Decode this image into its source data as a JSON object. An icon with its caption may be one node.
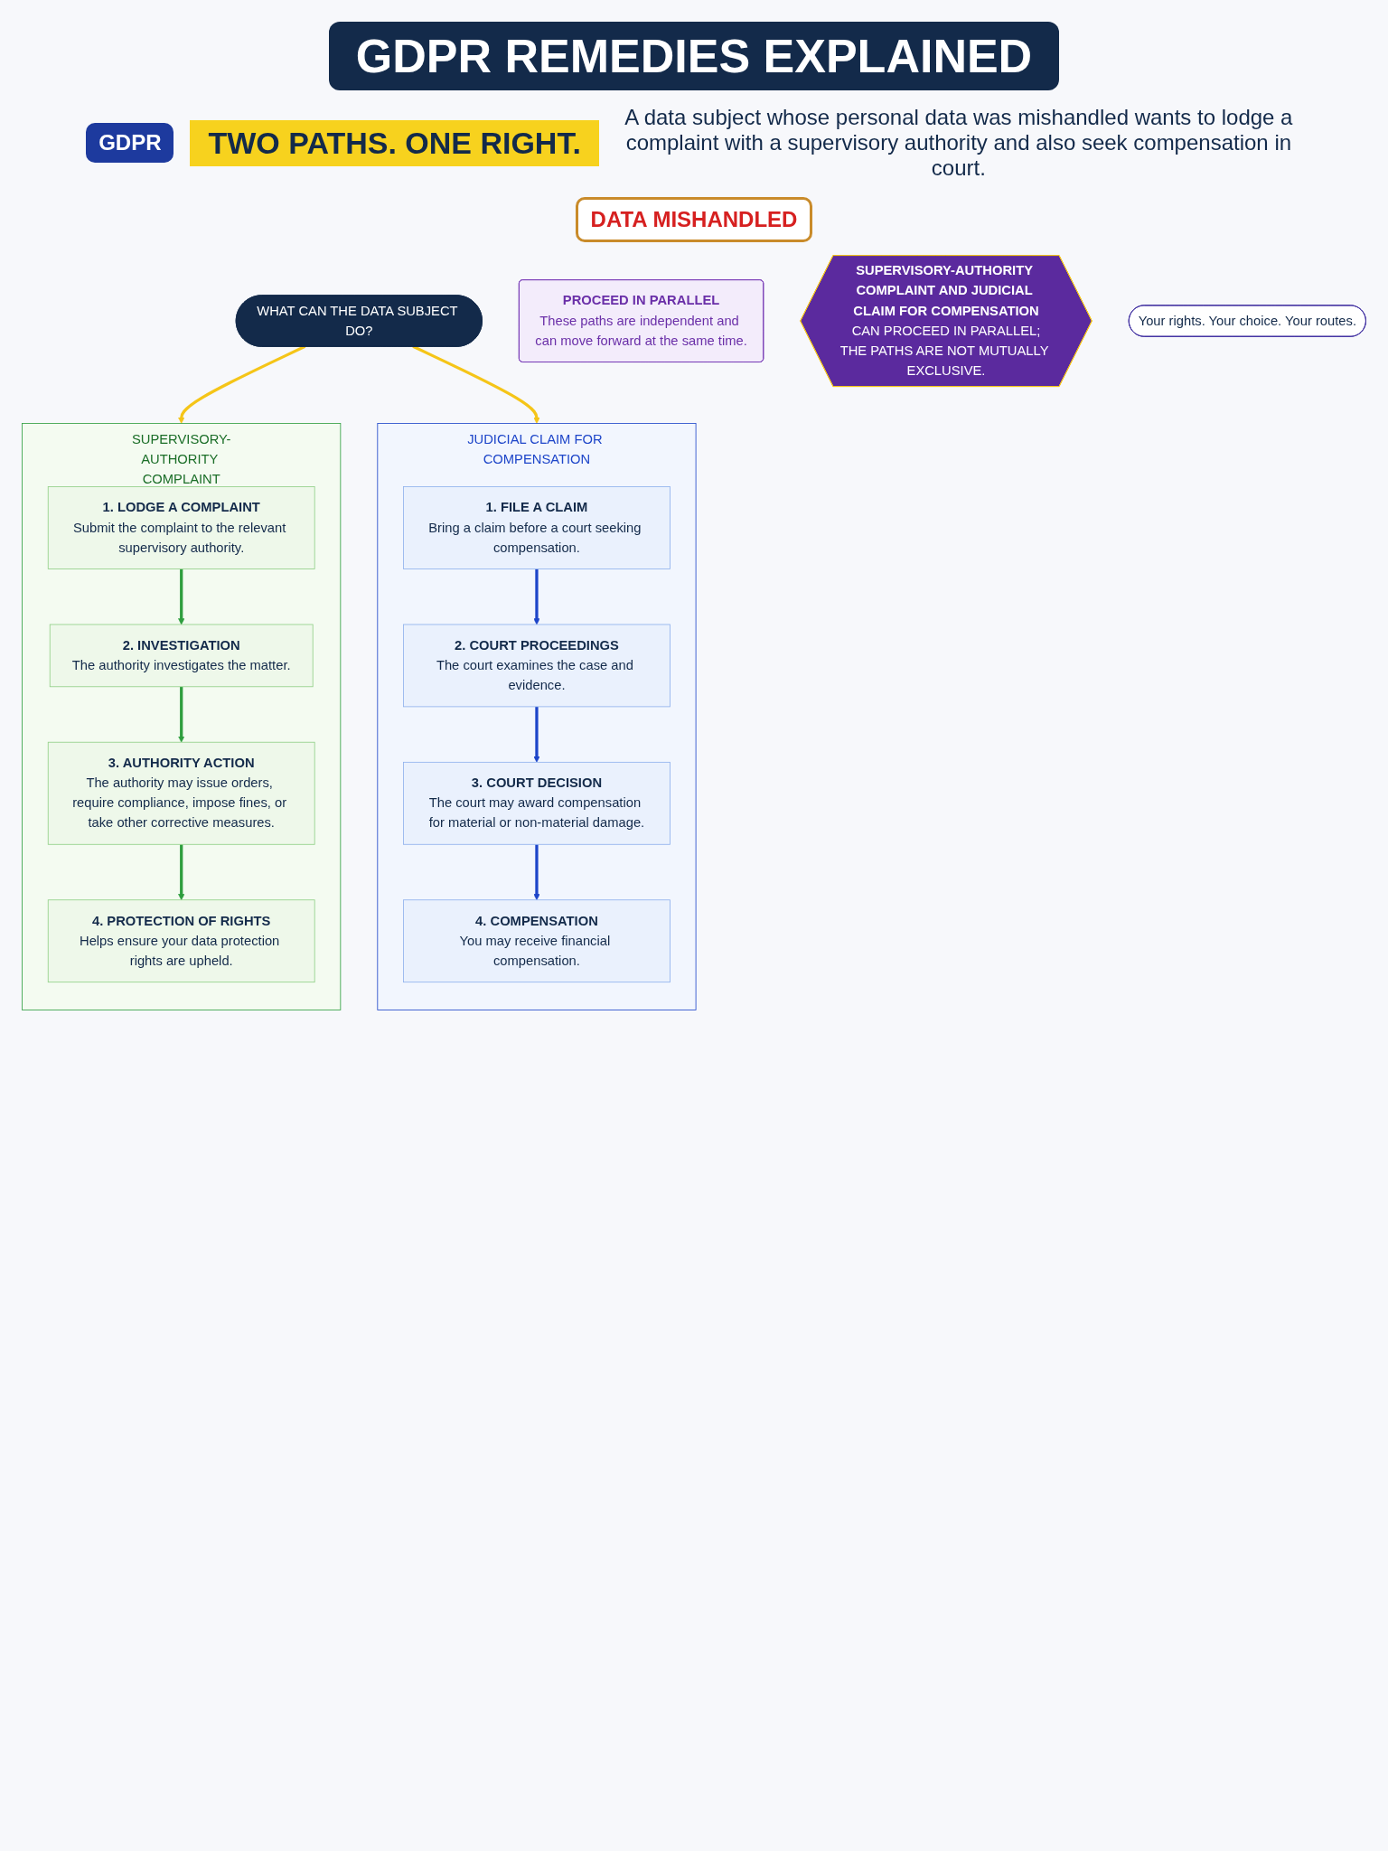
{
  "diagram": {
    "title": "GDPR REMEDIES EXPLAINED",
    "nodes": [
      {
        "text": [
          "WHAT CAN THE DATA SUBJECT DO?"
        ]
      },
      {
        "text": [
          "SUPERVISORY-AUTHORITY COMPLAINT"
        ]
      },
      {
        "text": [
          "1. LODGE A COMPLAINT",
          "Submit the complaint to the relevant supervisory authority."
        ],
        "in": 1
      },
      {
        "text": [
          "2. INVESTIGATION",
          "The authority investigates the matter."
        ],
        "in": 1
      },
      {
        "text": [
          "3. AUTHORITY ACTION",
          "The authority may issue orders, require compliance, impose fines, or take other corrective measures."
        ],
        "in": 1
      },
      {
        "text": [
          "4. PROTECTION OF RIGHTS",
          "Helps ensure your data protection rights are upheld."
        ],
        "in": 1
      },
      {
        "text": [
          "JUDICIAL CLAIM FOR COMPENSATION"
        ]
      },
      {
        "text": [
          "1. FILE A CLAIM",
          "Bring a claim before a court seeking compensation."
        ],
        "in": 6
      },
      {
        "text": [
          "2. COURT PROCEEDINGS",
          "The court examines the case and evidence."
        ],
        "in": 6
      },
      {
        "text": [
          "3. COURT DECISION",
          "The court may award compensation for material or non-material damage."
        ],
        "in": 6
      },
      {
        "text": [
          "4. COMPENSATION",
          "You may receive financial compensation."
        ],
        "in": 6
      },
      {
        "text": [
          "PROCEED IN PARALLEL",
          "These paths are independent and can move forward at the same time."
        ]
      },
      {
        "text": [
          "SUPERVISORY-AUTHORITY COMPLAINT AND JUDICIAL CLAIM FOR COMPENSATION",
          "CAN PROCEED IN PARALLEL;",
          "THE PATHS ARE NOT MUTUALLY EXCLUSIVE."
        ]
      },
      {
        "text": [
          "Your rights. Your choice. Your routes."
        ]
      }
    ],
    "edges": [
      {
        "from": 0,
        "to": 1,
        "arrow": "to",
        "color": "#f5c518"
      },
      {
        "from": 0,
        "to": 6,
        "arrow": "to",
        "color": "#f5c518"
      },
      {
        "from": 2,
        "to": 3,
        "arrow": "to",
        "color": "#2e9e3e"
      },
      {
        "from": 3,
        "to": 4,
        "arrow": "to",
        "color": "#2e9e3e"
      },
      {
        "from": 4,
        "to": 5,
        "arrow": "to",
        "color": "#2e9e3e"
      },
      {
        "from": 7,
        "to": 8,
        "arrow": "to",
        "color": "#1d45c9"
      },
      {
        "from": 8,
        "to": 9,
        "arrow": "to",
        "color": "#1d45c9"
      },
      {
        "from": 9,
        "to": 10,
        "arrow": "to",
        "color": "#1d45c9"
      }
    ],
    "labels": [
      "GDPR",
      "TWO PATHS. ONE RIGHT.",
      "A data subject whose personal data was mishandled wants to lodge a complaint with a supervisory authority and also seek compensation in court.",
      "DATA MISHANDLED"
    ]
  }
}
